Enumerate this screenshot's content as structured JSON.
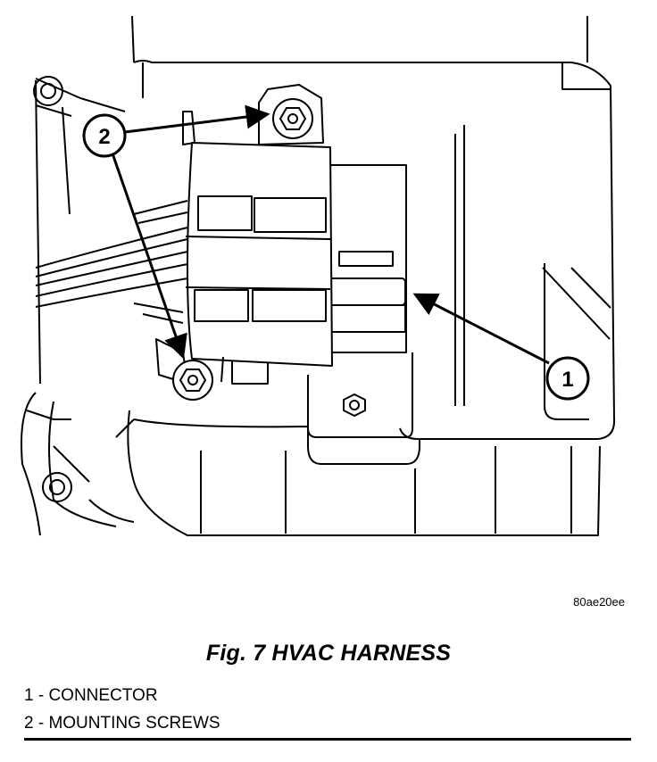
{
  "figure": {
    "code": "80ae20ee",
    "title": "Fig. 7 HVAC HARNESS"
  },
  "callouts": [
    {
      "number": "1",
      "label": "1 - CONNECTOR"
    },
    {
      "number": "2",
      "label": "2 - MOUNTING SCREWS"
    }
  ]
}
